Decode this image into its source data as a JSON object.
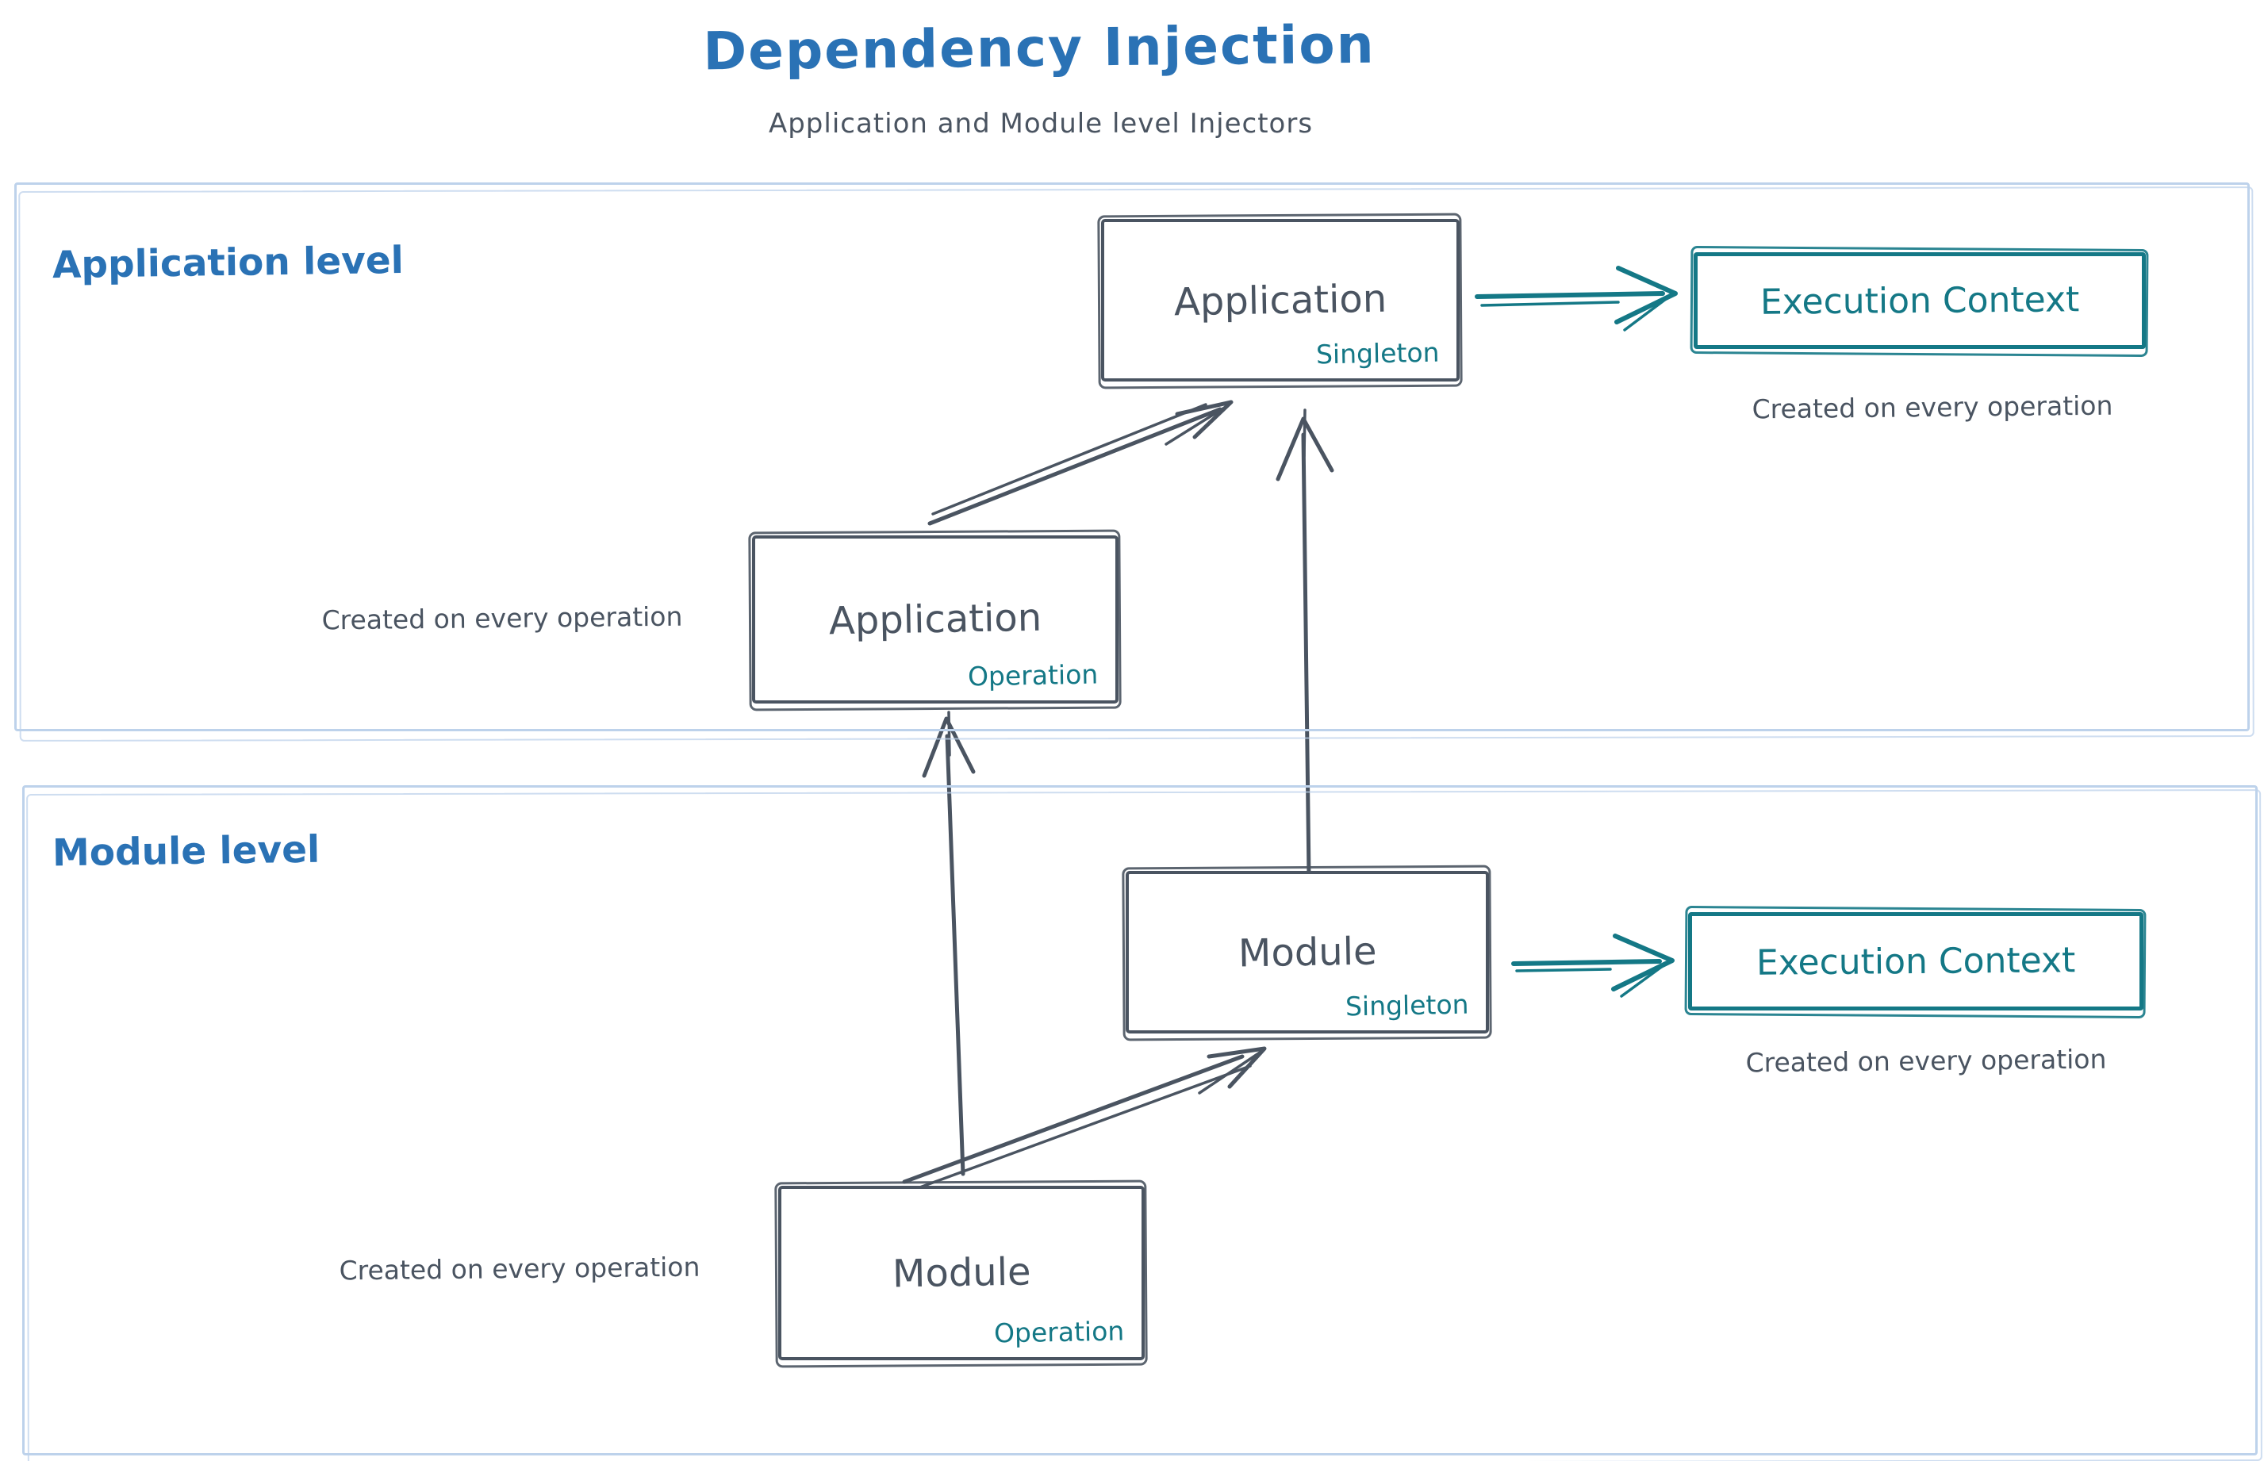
{
  "header": {
    "title": "Dependency Injection",
    "subtitle": "Application and Module level Injectors"
  },
  "colors": {
    "blue": "#2a72b5",
    "slate": "#4a5461",
    "teal": "#147886",
    "frame": "#bdd2eb"
  },
  "sections": {
    "application": {
      "label": "Application level"
    },
    "module": {
      "label": "Module level"
    }
  },
  "nodes": {
    "app_singleton": {
      "title": "Application",
      "tag": "Singleton"
    },
    "app_operation": {
      "title": "Application",
      "tag": "Operation"
    },
    "module_singleton": {
      "title": "Module",
      "tag": "Singleton"
    },
    "module_operation": {
      "title": "Module",
      "tag": "Operation"
    },
    "exec_context_app": {
      "title": "Execution Context"
    },
    "exec_context_module": {
      "title": "Execution Context"
    }
  },
  "captions": {
    "app_operation": "Created on every operation",
    "exec_context_app": "Created on every operation",
    "module_operation": "Created on every operation",
    "exec_context_module": "Created on every operation"
  }
}
